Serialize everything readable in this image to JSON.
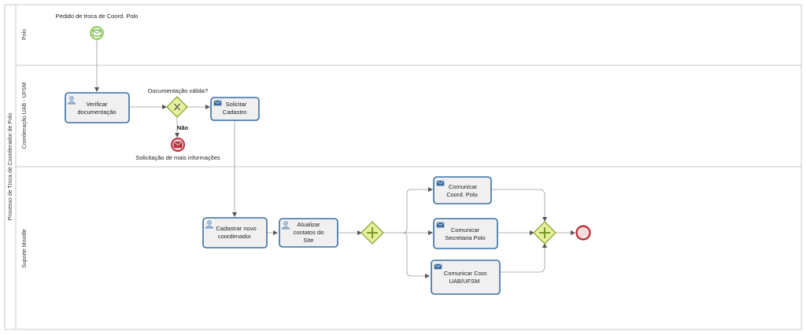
{
  "pool": {
    "label": "Processo de Troca de Coordenador de Polo"
  },
  "lanes": [
    {
      "label": "Polo"
    },
    {
      "label": "Coordenação UAB - UFSM"
    },
    {
      "label": "Suporte Moodle"
    }
  ],
  "events": {
    "start_label": "Pedido de troca de Coord. Polo",
    "error_end_label": "Solicitação de mais informações"
  },
  "gateway": {
    "question": "Documentação válida?",
    "no_label": "Não"
  },
  "tasks": {
    "verificar": [
      "Verificar",
      "documentação"
    ],
    "solicitar": [
      "Solicitar",
      "Cadastro"
    ],
    "cadastrar": [
      "Cadastrar novo",
      "coordenador"
    ],
    "atualizar": [
      "Atualizar",
      "contatos do",
      "Site"
    ],
    "comunicar_polo": [
      "Comunicar",
      "Coord. Polo"
    ],
    "comunicar_secretaria": [
      "Comunicar",
      "Secretaria Polo"
    ],
    "comunicar_uab": [
      "Comunicar Coor.",
      "UAB/UFSM"
    ]
  },
  "colors": {
    "task_border": "#3a6fa5",
    "task_fill": "#f0f0f0",
    "start_event": "#7cc242",
    "error_event": "#c0303b",
    "end_event": "#b8262f",
    "gateway_fill": "#e6ef9a",
    "gateway_stroke": "#8ba83a"
  }
}
